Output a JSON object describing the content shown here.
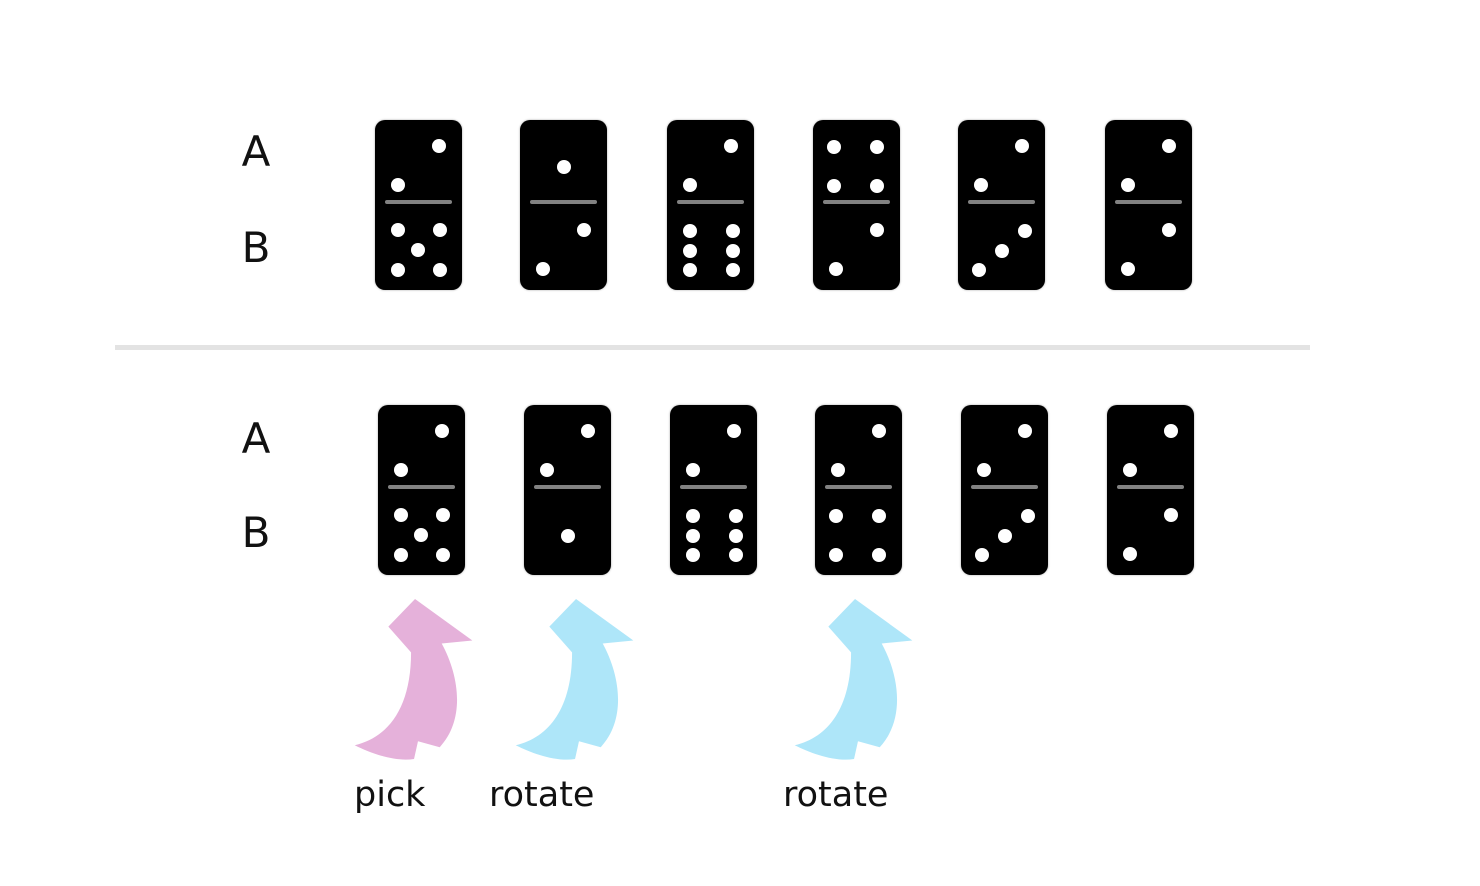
{
  "top_section": {
    "label_a": "A",
    "label_b": "B",
    "dominoes": [
      {
        "a": 2,
        "b": 5
      },
      {
        "a": 1,
        "b": 2
      },
      {
        "a": 2,
        "b": 6
      },
      {
        "a": 4,
        "b": 2
      },
      {
        "a": 2,
        "b": 3
      },
      {
        "a": 2,
        "b": 2
      }
    ]
  },
  "bottom_section": {
    "label_a": "A",
    "label_b": "B",
    "dominoes": [
      {
        "a": 2,
        "b": 5
      },
      {
        "a": 2,
        "b": 1
      },
      {
        "a": 2,
        "b": 6
      },
      {
        "a": 2,
        "b": 4
      },
      {
        "a": 2,
        "b": 3
      },
      {
        "a": 2,
        "b": 2
      }
    ]
  },
  "annotations": [
    {
      "label": "pick",
      "icon": "curved-up-arrow",
      "color": "#e5b1da"
    },
    {
      "label": "rotate",
      "icon": "curved-up-arrow",
      "color": "#aee6f9"
    },
    {
      "label": "rotate",
      "icon": "curved-up-arrow",
      "color": "#aee6f9"
    }
  ],
  "colors": {
    "background": "#ffffff",
    "domino": "#000000",
    "pip": "#ffffff",
    "domino_divider": "#828282",
    "section_divider": "#e3e3e3",
    "text": "#111111"
  }
}
